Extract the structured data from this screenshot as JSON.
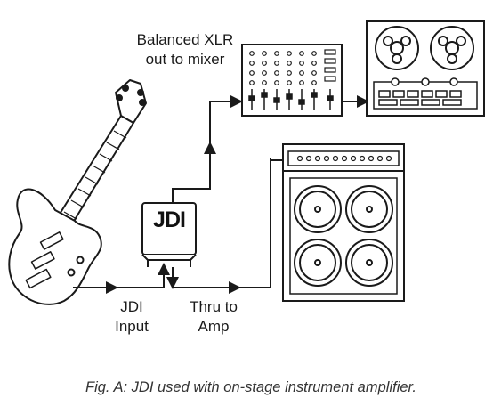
{
  "labels": {
    "balanced_xlr_line1": "Balanced XLR",
    "balanced_xlr_line2": "out to mixer",
    "jdi_input_line1": "JDI",
    "jdi_input_line2": "Input",
    "thru_to_amp_line1": "Thru to",
    "thru_to_amp_line2": "Amp"
  },
  "device": {
    "di_box_name": "JDI"
  },
  "caption": "Fig. A: JDI used with on-stage instrument amplifier.",
  "colors": {
    "line": "#1a1a1a",
    "fill": "#ffffff",
    "panel": "#f2f2f2"
  }
}
